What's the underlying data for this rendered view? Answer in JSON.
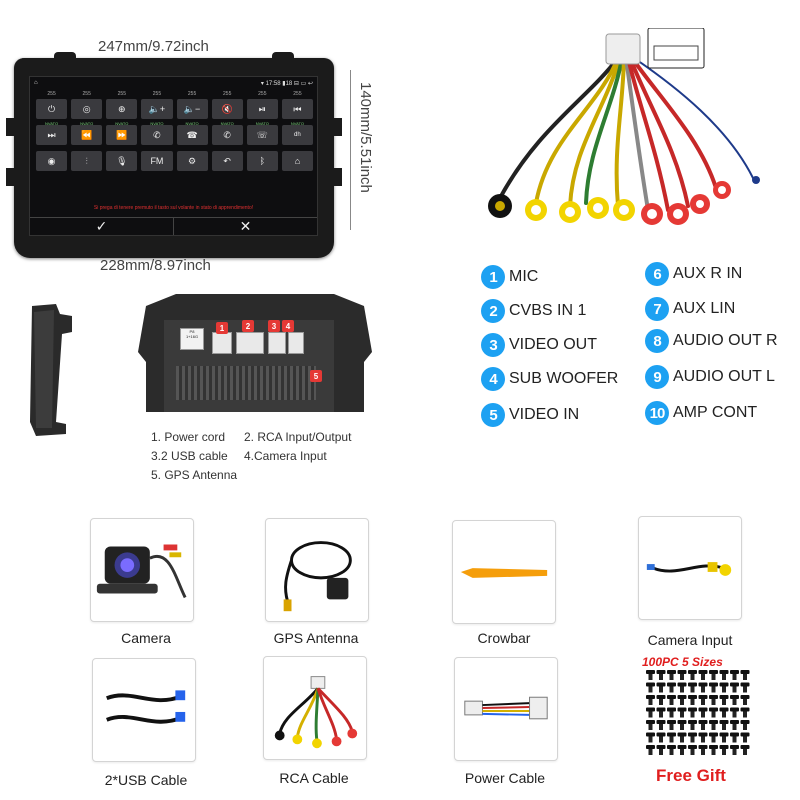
{
  "dimensions": {
    "width_top": "247mm/9.72inch",
    "height_right": "140mm/5.51inch",
    "width_bottom": "228mm/8.97inch"
  },
  "unit": {
    "status_time": "17:58",
    "status_battery": "18",
    "button_numbers": [
      "255",
      "255",
      "255",
      "255",
      "255",
      "255",
      "255",
      "255"
    ],
    "button_row_labels": [
      "NVATO",
      "NVATO",
      "NVATO",
      "NVATO",
      "NVATO",
      "NVATO",
      "NVATO",
      "NVATO"
    ],
    "fm_label": "FM",
    "warning": "Si prega di tenere premuto il tasto sul volante in stato di apprendimento!",
    "confirm_icon": "check-icon",
    "cancel_icon": "close-icon"
  },
  "rear": {
    "markers": [
      "1",
      "2",
      "3",
      "4",
      "5"
    ],
    "legend": [
      "1. Power cord",
      "2. RCA Input/Output",
      "3.2 USB cable",
      "4.Camera Input",
      "5. GPS Antenna"
    ]
  },
  "callouts": {
    "left": [
      {
        "num": "1",
        "label": "MIC"
      },
      {
        "num": "2",
        "label": "CVBS IN 1"
      },
      {
        "num": "3",
        "label": "VIDEO OUT"
      },
      {
        "num": "4",
        "label": "SUB WOOFER"
      },
      {
        "num": "5",
        "label": "VIDEO IN"
      }
    ],
    "right": [
      {
        "num": "6",
        "label": "AUX R IN"
      },
      {
        "num": "7",
        "label": "AUX LIN"
      },
      {
        "num": "8",
        "label": "AUDIO OUT R"
      },
      {
        "num": "9",
        "label": "AUDIO OUT L"
      },
      {
        "num": "10",
        "label": "AMP CONT"
      }
    ]
  },
  "accessories": [
    {
      "label": "Camera"
    },
    {
      "label": "GPS Antenna"
    },
    {
      "label": "Crowbar"
    },
    {
      "label": "Camera Input"
    },
    {
      "label": "2*USB Cable"
    },
    {
      "label": "RCA Cable"
    },
    {
      "label": "Power Cable"
    }
  ],
  "gift": {
    "title_count": "100PC",
    "title_sizes": "5 Sizes",
    "label": "Free Gift"
  },
  "colors": {
    "accent_blue": "#1da1f2",
    "marker_red": "#e53935",
    "gift_red": "#e01e1e"
  }
}
